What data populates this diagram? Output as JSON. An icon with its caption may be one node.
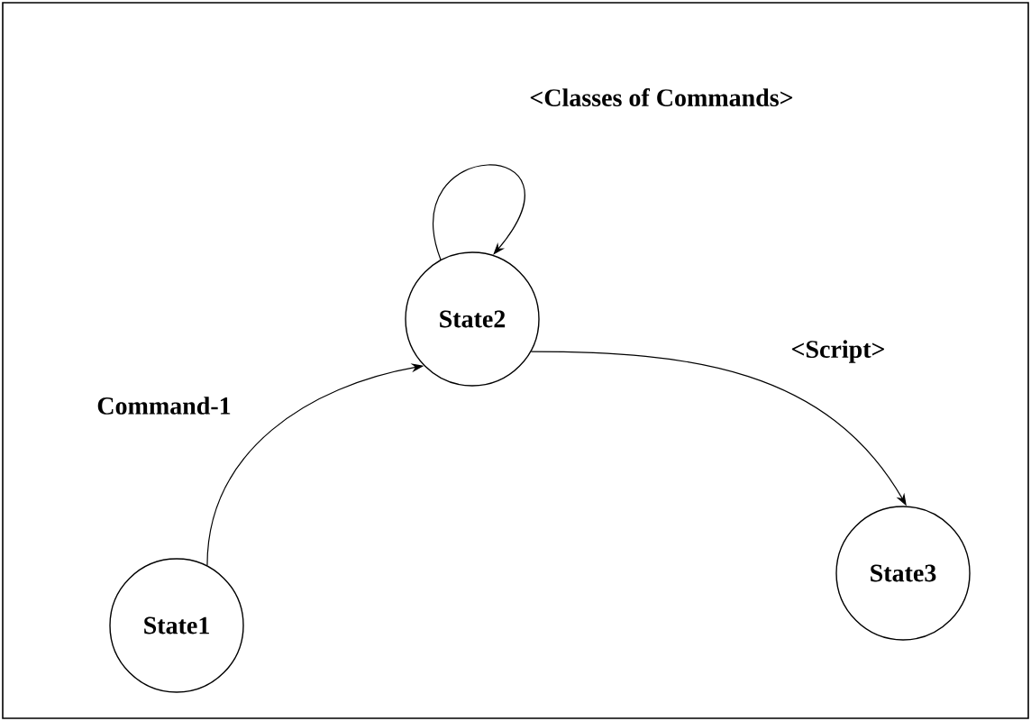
{
  "diagram": {
    "nodes": [
      {
        "text": [
          "State2"
        ]
      },
      {
        "text": [
          "State1"
        ]
      },
      {
        "text": [
          "State3"
        ]
      }
    ],
    "edges": [
      {
        "from": 1,
        "to": 0,
        "arrow": "to",
        "label": "Command-1"
      },
      {
        "from": 0,
        "to": 0,
        "arrow": "to",
        "label": "<Classes of Commands>"
      },
      {
        "from": 0,
        "to": 2,
        "arrow": "to",
        "label": "<Script>"
      }
    ]
  }
}
